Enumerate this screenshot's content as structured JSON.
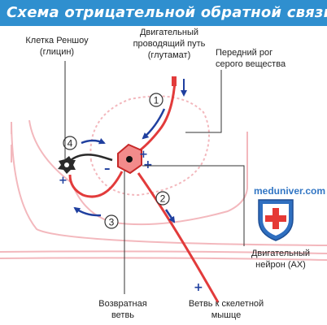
{
  "title": "Схема отрицательной обратной связи",
  "labels": {
    "renshaw_cell_line1": "Клетка Реншоу",
    "renshaw_cell_line2": "(глицин)",
    "motor_pathway_line1": "Двигательный",
    "motor_pathway_line2": "проводящий путь",
    "motor_pathway_line3": "(глутамат)",
    "anterior_horn_line1": "Передний рог",
    "anterior_horn_line2": "серого вещества",
    "motor_neuron_line1": "Двигательный",
    "motor_neuron_line2": "нейрон (АХ)",
    "recurrent_branch_line1": "Возвратная",
    "recurrent_branch_line2": "ветвь",
    "muscle_branch_line1": "Ветвь к скелетной",
    "muscle_branch_line2": "мышце"
  },
  "step_numbers": [
    "1",
    "2",
    "3",
    "4"
  ],
  "signs": {
    "plus": "+",
    "minus": "–"
  },
  "watermark": "meduniver.com",
  "colors": {
    "title_bar": "#2f8fcf",
    "neuron_red": "#e23b3b",
    "arrow_blue": "#1f3f9f",
    "tissue_pink": "#f3b8bd",
    "renshaw_cell": "#2a2a2a",
    "shield_blue": "#2f6fc0",
    "shield_red": "#e53935"
  }
}
